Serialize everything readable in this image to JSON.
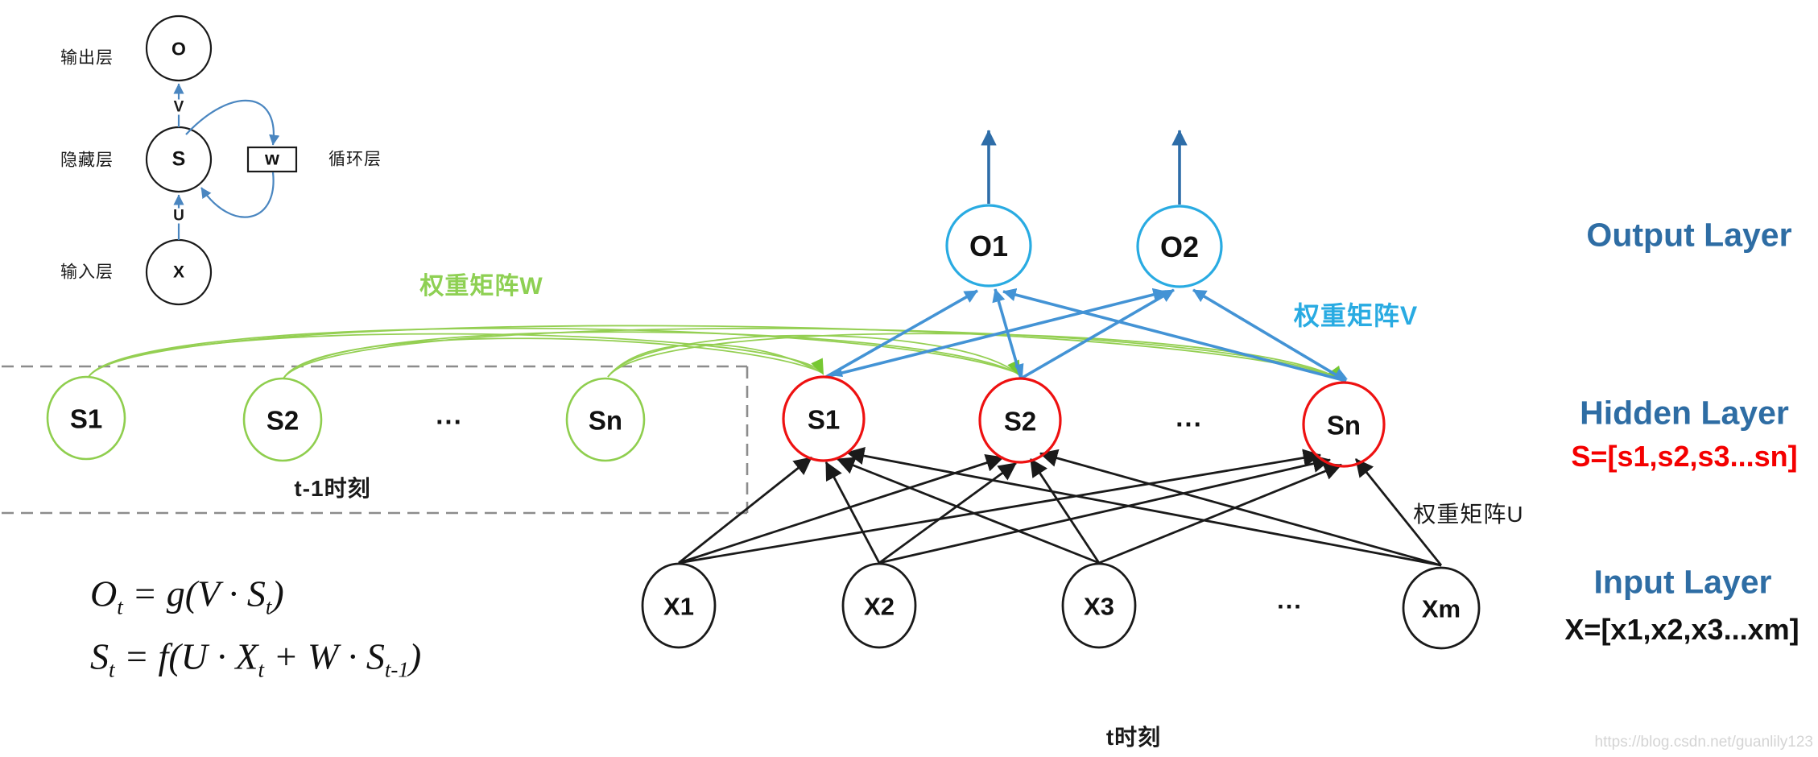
{
  "colors": {
    "green": "#92d050",
    "green_arrow": "#76c832",
    "red": "#ee1111",
    "cyan": "#29abe2",
    "blue_line": "#4393d5",
    "dark_blue": "#2e6da8",
    "heading_blue": "#2e6da4",
    "vector_red": "#f40000",
    "black": "#1a1a1a",
    "dash_gray": "#8c8c8c",
    "watermark_gray": "#d4d4d4"
  },
  "legend": {
    "labels": {
      "output": "输出层",
      "hidden": "隐藏层",
      "input": "输入层",
      "recurrent": "循环层"
    },
    "nodes": {
      "o": "O",
      "s": "S",
      "x": "X",
      "w": "w"
    },
    "edges": {
      "v": "V",
      "u": "U"
    }
  },
  "prev_block": {
    "caption": "t-1时刻",
    "nodes": {
      "s1": "S1",
      "s2": "S2",
      "sn": "Sn",
      "ellipsis": "..."
    }
  },
  "hidden_row": {
    "s1": "S1",
    "s2": "S2",
    "sn": "Sn",
    "ellipsis": "..."
  },
  "output_row": {
    "o1": "O1",
    "o2": "O2"
  },
  "input_row": {
    "x1": "X1",
    "x2": "X2",
    "x3": "X3",
    "xm": "Xm",
    "ellipsis": "...",
    "caption": "t时刻"
  },
  "weights": {
    "w": "权重矩阵W",
    "v": "权重矩阵V",
    "u": "权重矩阵U"
  },
  "side": {
    "output": "Output Layer",
    "hidden": "Hidden Layer",
    "hidden_vector": "S=[s1,s2,s3...sn]",
    "input": "Input Layer",
    "input_vector": "X=[x1,x2,x3...xm]"
  },
  "formulas": {
    "f1": {
      "base": "O",
      "sub1": "t",
      "mid": " = g(V · S",
      "sub2": "t",
      "end": ")"
    },
    "f2": {
      "base": "S",
      "sub1": "t",
      "mid1": " = f(U · X",
      "sub2": "t",
      "mid2": " + W · S",
      "sub3": "t-1",
      "end": ")"
    }
  },
  "watermark": "https://blog.csdn.net/guanlily123"
}
